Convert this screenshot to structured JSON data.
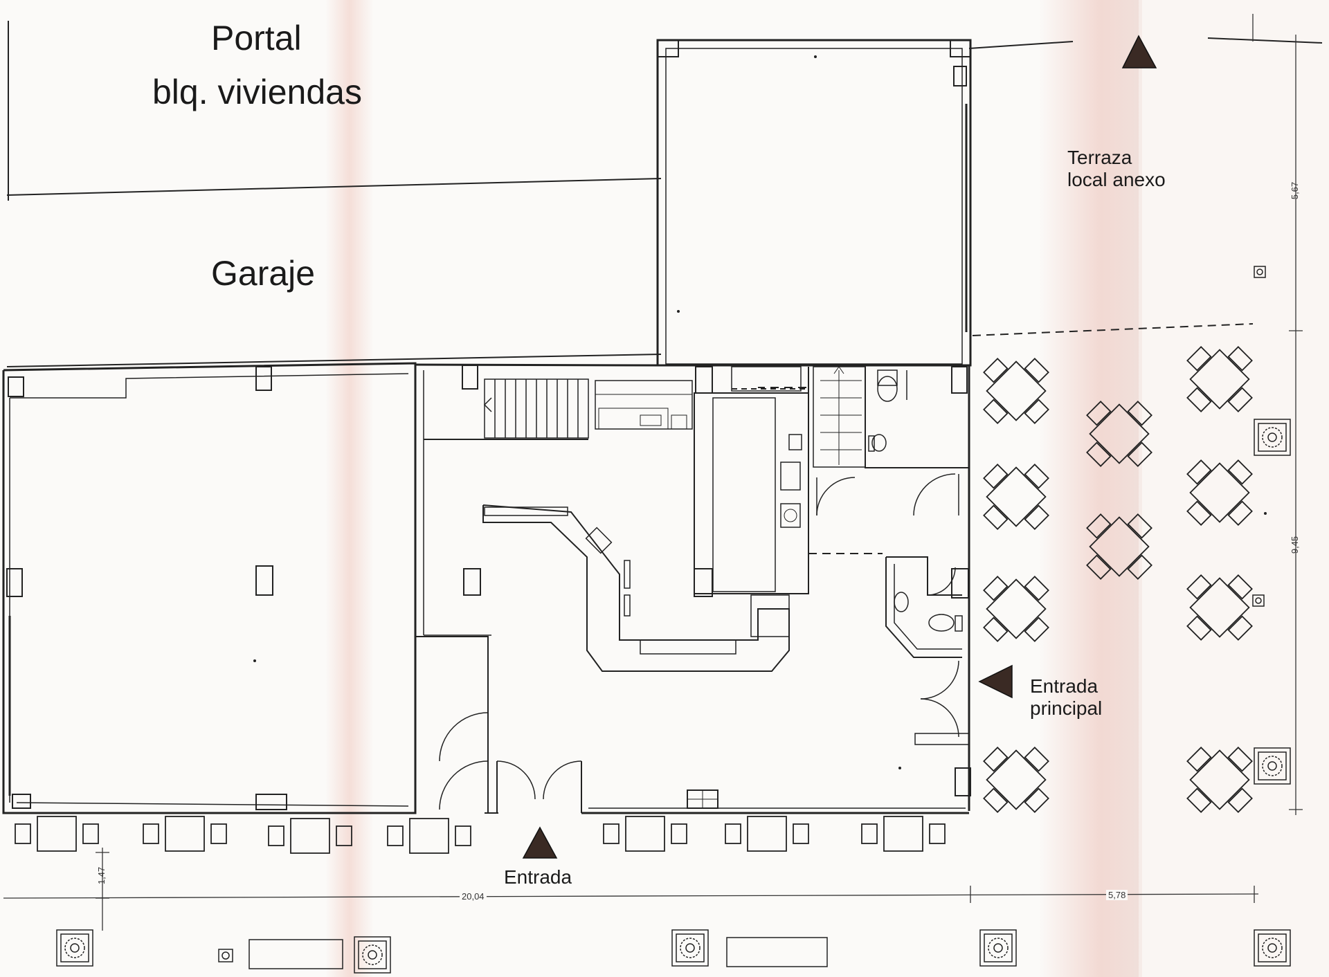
{
  "labels": {
    "portal_line1": "Portal",
    "portal_line2": "blq. viviendas",
    "garaje": "Garaje",
    "terraza_line1": "Terraza",
    "terraza_line2": "local anexo",
    "entrada_principal_line1": "Entrada",
    "entrada_principal_line2": "principal",
    "entrada": "Entrada"
  },
  "dimensions": {
    "front_width": "20,04",
    "terrace_width": "5,78",
    "sidewalk_depth": "1,47",
    "terrace_depth_upper": "5,67",
    "terrace_depth_lower": "9,45"
  }
}
